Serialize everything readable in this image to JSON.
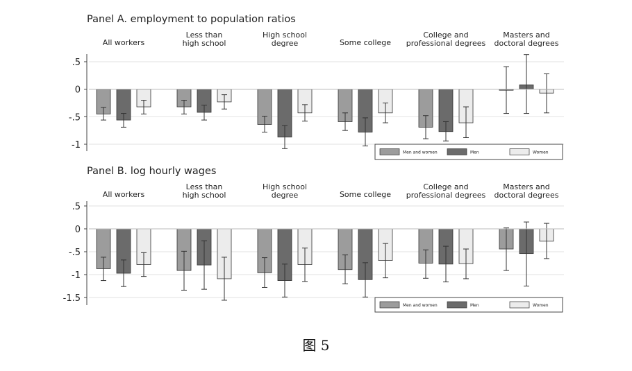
{
  "figure_caption": "图  5",
  "chart_data": [
    {
      "type": "bar",
      "title": "Panel A. employment to population ratios",
      "categories": [
        "All workers",
        "Less than\nhigh school",
        "High school\ndegree",
        "Some college",
        "College and\nprofessional degrees",
        "Masters and\ndoctoral degrees"
      ],
      "yticks": [
        0.5,
        0,
        -0.5,
        -1
      ],
      "ytick_labels": [
        ".5",
        "0",
        "-.5",
        "-1"
      ],
      "ylim": [
        -1.1,
        0.65
      ],
      "grid": true,
      "legend_position": "bottom-right",
      "series": [
        {
          "name": "Men and women",
          "color": "#9c9c9c",
          "values": [
            -0.45,
            -0.32,
            -0.64,
            -0.59,
            -0.69,
            -0.01
          ],
          "ci_low": [
            -0.56,
            -0.45,
            -0.78,
            -0.75,
            -0.9,
            -0.44
          ],
          "ci_high": [
            -0.33,
            -0.2,
            -0.49,
            -0.43,
            -0.48,
            0.41
          ]
        },
        {
          "name": "Men",
          "color": "#6b6b6b",
          "values": [
            -0.56,
            -0.42,
            -0.87,
            -0.78,
            -0.77,
            0.08
          ],
          "ci_low": [
            -0.69,
            -0.56,
            -1.08,
            -1.03,
            -0.94,
            -0.44
          ],
          "ci_high": [
            -0.44,
            -0.29,
            -0.66,
            -0.52,
            -0.59,
            0.63
          ]
        },
        {
          "name": "Women",
          "color": "#ececec",
          "values": [
            -0.32,
            -0.23,
            -0.43,
            -0.43,
            -0.61,
            -0.07
          ],
          "ci_low": [
            -0.45,
            -0.36,
            -0.58,
            -0.61,
            -0.88,
            -0.43
          ],
          "ci_high": [
            -0.2,
            -0.1,
            -0.28,
            -0.25,
            -0.32,
            0.28
          ]
        }
      ]
    },
    {
      "type": "bar",
      "title": "Panel B. log hourly wages",
      "categories": [
        "All workers",
        "Less than\nhigh school",
        "High school\ndegree",
        "Some college",
        "College and\nprofessional degrees",
        "Masters and\ndoctoral degrees"
      ],
      "yticks": [
        0.5,
        0,
        -0.5,
        -1,
        -1.5
      ],
      "ytick_labels": [
        ".5",
        "0",
        "-.5",
        "-1",
        "-1.5"
      ],
      "ylim": [
        -1.65,
        0.6
      ],
      "grid": true,
      "legend_position": "bottom-right",
      "series": [
        {
          "name": "Men and women",
          "color": "#9c9c9c",
          "values": [
            -0.87,
            -0.91,
            -0.96,
            -0.89,
            -0.75,
            -0.44
          ],
          "ci_low": [
            -1.13,
            -1.34,
            -1.28,
            -1.2,
            -1.08,
            -0.91
          ],
          "ci_high": [
            -0.62,
            -0.49,
            -0.63,
            -0.57,
            -0.46,
            0.02
          ]
        },
        {
          "name": "Men",
          "color": "#6b6b6b",
          "values": [
            -0.97,
            -0.79,
            -1.13,
            -1.11,
            -0.77,
            -0.54
          ],
          "ci_low": [
            -1.26,
            -1.32,
            -1.49,
            -1.49,
            -1.16,
            -1.25
          ],
          "ci_high": [
            -0.68,
            -0.26,
            -0.77,
            -0.74,
            -0.38,
            0.15
          ]
        },
        {
          "name": "Women",
          "color": "#ececec",
          "values": [
            -0.78,
            -1.09,
            -0.78,
            -0.69,
            -0.76,
            -0.27
          ],
          "ci_low": [
            -1.04,
            -1.56,
            -1.15,
            -1.07,
            -1.09,
            -0.65
          ],
          "ci_high": [
            -0.52,
            -0.62,
            -0.42,
            -0.32,
            -0.44,
            0.12
          ]
        }
      ]
    }
  ]
}
